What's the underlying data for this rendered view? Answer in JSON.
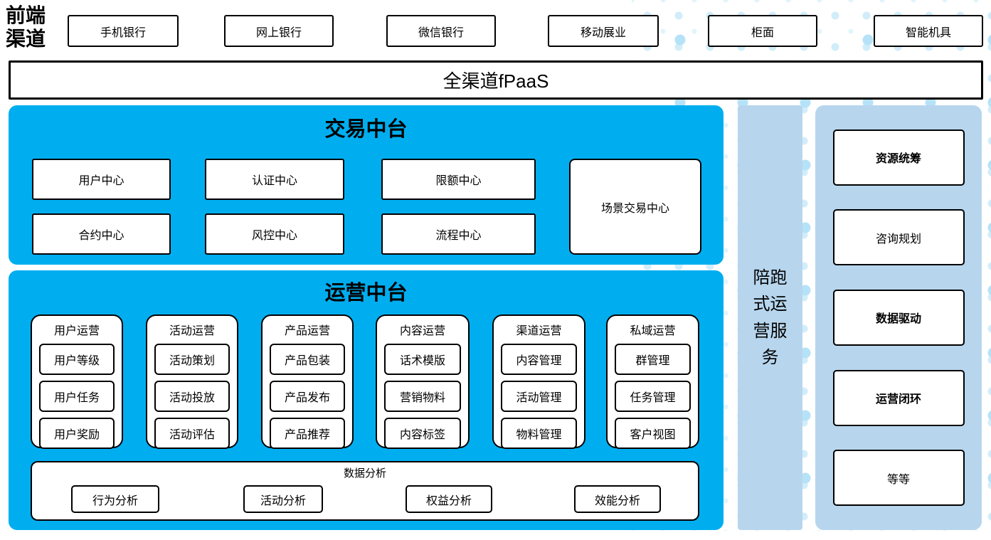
{
  "colors": {
    "bright_blue": "#00AEF0",
    "light_blue": "#B7D6EE",
    "dot_blue": "#A9DEF6",
    "box_border": "#000000"
  },
  "front_channels": {
    "label": "前端渠道",
    "items": [
      "手机银行",
      "网上银行",
      "微信银行",
      "移动展业",
      "柜面",
      "智能机具"
    ]
  },
  "fpaas": {
    "label": "全渠道fPaaS"
  },
  "trade": {
    "title": "交易中台",
    "row1": [
      "用户中心",
      "认证中心",
      "限额中心"
    ],
    "row2": [
      "合约中心",
      "风控中心",
      "流程中心"
    ],
    "scene": "场景交易中心"
  },
  "ops": {
    "title": "运营中台",
    "groups": [
      {
        "title": "用户运营",
        "items": [
          "用户等级",
          "用户任务",
          "用户奖励"
        ]
      },
      {
        "title": "活动运营",
        "items": [
          "活动策划",
          "活动投放",
          "活动评估"
        ]
      },
      {
        "title": "产品运营",
        "items": [
          "产品包装",
          "产品发布",
          "产品推荐"
        ]
      },
      {
        "title": "内容运营",
        "items": [
          "话术模版",
          "营销物料",
          "内容标签"
        ]
      },
      {
        "title": "渠道运营",
        "items": [
          "内容管理",
          "活动管理",
          "物料管理"
        ]
      },
      {
        "title": "私域运营",
        "items": [
          "群管理",
          "任务管理",
          "客户视图"
        ]
      }
    ],
    "analysis": {
      "title": "数据分析",
      "items": [
        "行为分析",
        "活动分析",
        "权益分析",
        "效能分析"
      ]
    }
  },
  "companion": {
    "label": "陪跑式运营服务"
  },
  "services": {
    "items": [
      {
        "label": "资源统筹",
        "bold": true
      },
      {
        "label": "咨询规划",
        "bold": false
      },
      {
        "label": "数据驱动",
        "bold": true
      },
      {
        "label": "运营闭环",
        "bold": true
      },
      {
        "label": "等等",
        "bold": false
      }
    ]
  }
}
